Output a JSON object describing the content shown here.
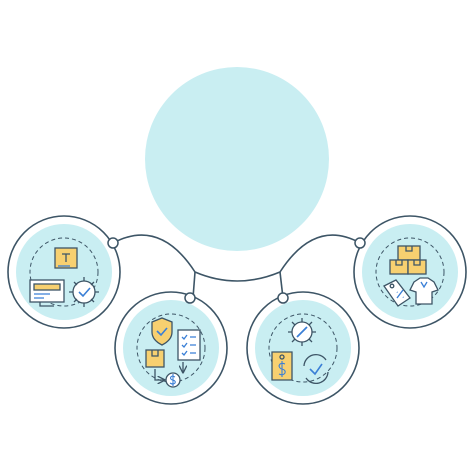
{
  "colors": {
    "background": "#ffffff",
    "circle_fill": "#c9eef2",
    "outline": "#3d5566",
    "icon_yellow": "#f7d070",
    "icon_blue": "#3a7fd6",
    "icon_stroke": "#3d5566"
  },
  "hub": {
    "label": ""
  },
  "nodes": [
    {
      "id": "node-1",
      "icons": [
        "box-arrow-icon",
        "online-store-icon",
        "settings-check-gear-icon"
      ]
    },
    {
      "id": "node-2",
      "icons": [
        "shield-check-icon",
        "checklist-document-icon",
        "box-icon",
        "dollar-coin-icon"
      ]
    },
    {
      "id": "node-3",
      "icons": [
        "wrench-gear-icon",
        "price-tag-icon",
        "refresh-check-icon"
      ]
    },
    {
      "id": "node-4",
      "icons": [
        "stacked-boxes-icon",
        "discount-tag-icon",
        "shirt-icon"
      ]
    }
  ]
}
